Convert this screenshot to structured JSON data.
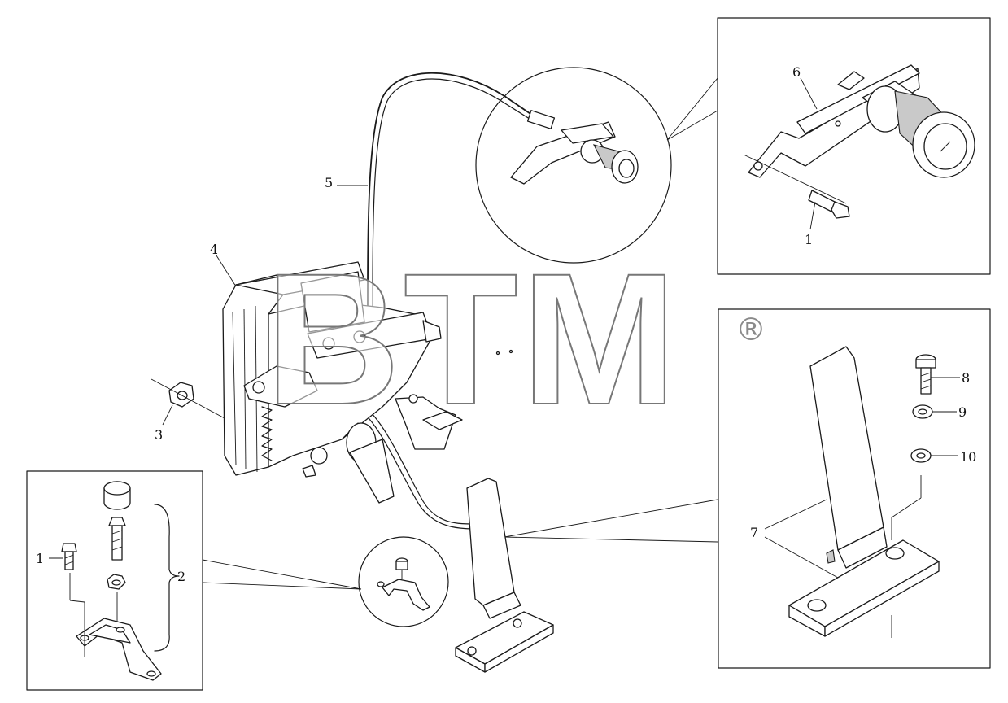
{
  "callouts": {
    "c1a": "1",
    "c1b": "1",
    "c2": "2",
    "c3": "3",
    "c4": "4",
    "c5": "5",
    "c6": "6",
    "c7": "7",
    "c8": "8",
    "c9": "9",
    "c10": "10"
  },
  "watermark": {
    "text": "BTM",
    "registered": "®"
  }
}
